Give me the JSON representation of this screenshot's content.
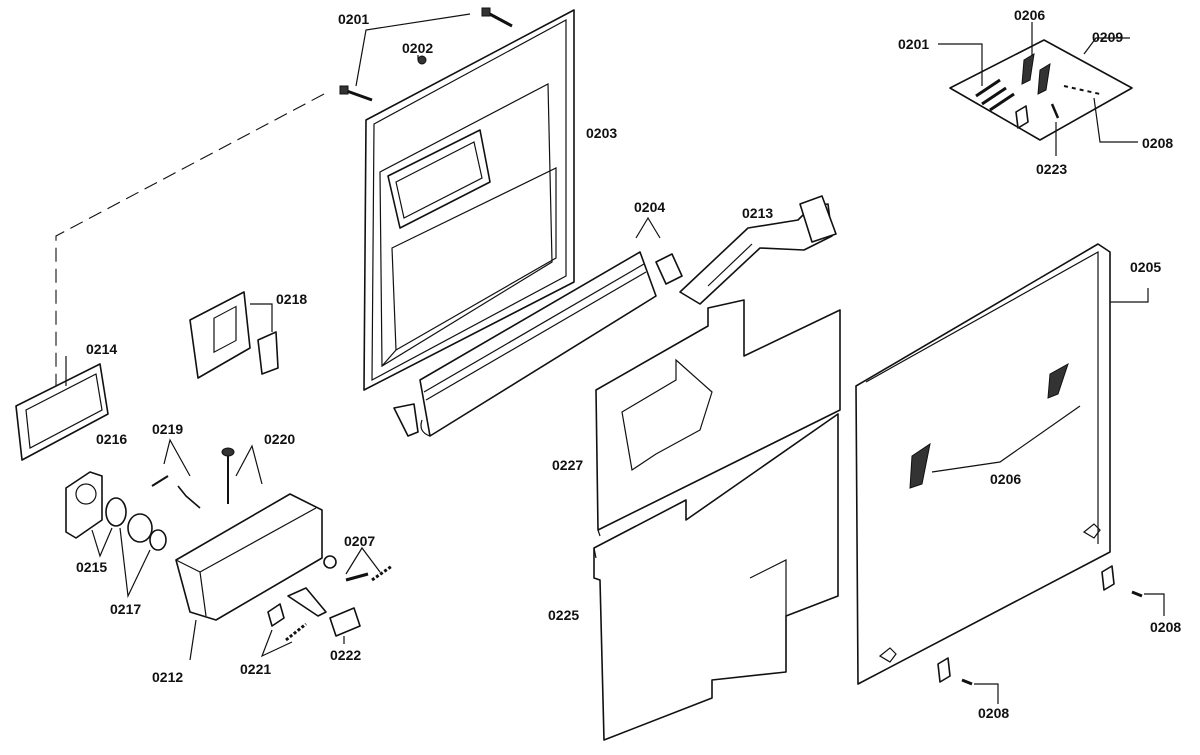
{
  "labels": {
    "l0201a": "0201",
    "l0202": "0202",
    "l0203": "0203",
    "l0201b": "0201",
    "l0206a": "0206",
    "l0209": "0209",
    "l0208a": "0208",
    "l0223": "0223",
    "l0204": "0204",
    "l0213": "0213",
    "l0205": "0205",
    "l0218": "0218",
    "l0214": "0214",
    "l0216": "0216",
    "l0219": "0219",
    "l0220": "0220",
    "l0215": "0215",
    "l0217": "0217",
    "l0212": "0212",
    "l0207": "0207",
    "l0221": "0221",
    "l0222": "0222",
    "l0227": "0227",
    "l0206b": "0206",
    "l0225": "0225",
    "l0208b": "0208",
    "l0208c": "0208"
  }
}
